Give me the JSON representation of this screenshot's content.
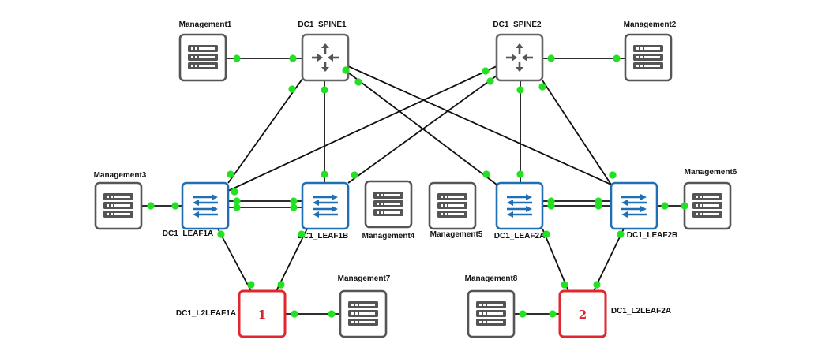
{
  "colors": {
    "link": "#111111",
    "port": "#22e022",
    "server": "#555555",
    "spine": "#666666",
    "leaf": "#1f6fb5",
    "l2leaf": "#e0262e"
  },
  "nodes": [
    {
      "id": "mgmt1",
      "type": "server",
      "label": "Management1",
      "icon": "server-icon"
    },
    {
      "id": "spine1",
      "type": "spine",
      "label": "DC1_SPINE1",
      "icon": "router-icon"
    },
    {
      "id": "spine2",
      "type": "spine",
      "label": "DC1_SPINE2",
      "icon": "router-icon"
    },
    {
      "id": "mgmt2",
      "type": "server",
      "label": "Management2",
      "icon": "server-icon"
    },
    {
      "id": "mgmt3",
      "type": "server",
      "label": "Management3",
      "icon": "server-icon"
    },
    {
      "id": "leaf1a",
      "type": "leaf",
      "label": "DC1_LEAF1A",
      "icon": "switch-icon"
    },
    {
      "id": "leaf1b",
      "type": "leaf",
      "label": "DC1_LEAF1B",
      "icon": "switch-icon"
    },
    {
      "id": "mgmt4",
      "type": "server",
      "label": "Management4",
      "icon": "server-icon"
    },
    {
      "id": "mgmt5",
      "type": "server",
      "label": "Management5",
      "icon": "server-icon"
    },
    {
      "id": "leaf2a",
      "type": "leaf",
      "label": "DC1_LEAF2A",
      "icon": "switch-icon"
    },
    {
      "id": "leaf2b",
      "type": "leaf",
      "label": "DC1_LEAF2B",
      "icon": "switch-icon"
    },
    {
      "id": "mgmt6",
      "type": "server",
      "label": "Management6",
      "icon": "server-icon"
    },
    {
      "id": "l2leaf1a",
      "type": "l2leaf",
      "label": "DC1_L2LEAF1A",
      "number": "1"
    },
    {
      "id": "mgmt7",
      "type": "server",
      "label": "Management7",
      "icon": "server-icon"
    },
    {
      "id": "mgmt8",
      "type": "server",
      "label": "Management8",
      "icon": "server-icon"
    },
    {
      "id": "l2leaf2a",
      "type": "l2leaf",
      "label": "DC1_L2LEAF2A",
      "number": "2"
    }
  ],
  "links": [
    [
      "mgmt1",
      "spine1"
    ],
    [
      "spine2",
      "mgmt2"
    ],
    [
      "spine1",
      "leaf1a"
    ],
    [
      "spine1",
      "leaf1b"
    ],
    [
      "spine1",
      "leaf2a"
    ],
    [
      "spine1",
      "leaf2b"
    ],
    [
      "spine2",
      "leaf1a"
    ],
    [
      "spine2",
      "leaf1b"
    ],
    [
      "spine2",
      "leaf2a"
    ],
    [
      "spine2",
      "leaf2b"
    ],
    [
      "mgmt3",
      "leaf1a"
    ],
    [
      "leaf1a",
      "leaf1b"
    ],
    [
      "leaf1a",
      "leaf1b"
    ],
    [
      "leaf2a",
      "leaf2b"
    ],
    [
      "leaf2a",
      "leaf2b"
    ],
    [
      "leaf2b",
      "mgmt6"
    ],
    [
      "leaf1a",
      "l2leaf1a"
    ],
    [
      "leaf1b",
      "l2leaf1a"
    ],
    [
      "l2leaf1a",
      "mgmt7"
    ],
    [
      "leaf2a",
      "l2leaf2a"
    ],
    [
      "leaf2b",
      "l2leaf2a"
    ],
    [
      "mgmt8",
      "l2leaf2a"
    ]
  ]
}
